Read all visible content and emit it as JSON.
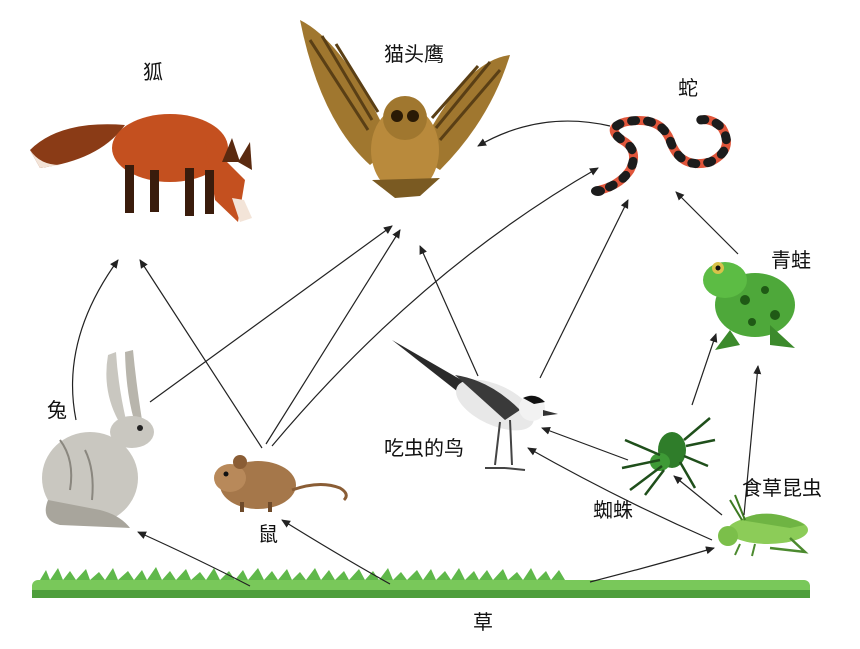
{
  "organisms": {
    "fox": "狐",
    "owl": "猫头鹰",
    "snake": "蛇",
    "frog": "青蛙",
    "rabbit": "兔",
    "mouse": "鼠",
    "insectivorous_bird": "吃虫的鸟",
    "spider": "蜘蛛",
    "herbivorous_insect": "食草昆虫",
    "grass": "草"
  },
  "food_chain_links": [
    [
      "grass",
      "rabbit"
    ],
    [
      "grass",
      "mouse"
    ],
    [
      "grass",
      "herbivorous_insect"
    ],
    [
      "rabbit",
      "fox"
    ],
    [
      "rabbit",
      "owl"
    ],
    [
      "mouse",
      "fox"
    ],
    [
      "mouse",
      "owl"
    ],
    [
      "mouse",
      "snake"
    ],
    [
      "insectivorous_bird",
      "owl"
    ],
    [
      "insectivorous_bird",
      "snake"
    ],
    [
      "spider",
      "insectivorous_bird"
    ],
    [
      "spider",
      "frog"
    ],
    [
      "herbivorous_insect",
      "spider"
    ],
    [
      "herbivorous_insect",
      "insectivorous_bird"
    ],
    [
      "herbivorous_insect",
      "frog"
    ],
    [
      "frog",
      "snake"
    ],
    [
      "snake",
      "owl"
    ]
  ],
  "colors": {
    "arrow": "#222222",
    "grass": "#5fb84a",
    "fox": "#c4501f",
    "owl": "#a0772f",
    "snake": "#e0553a",
    "frog": "#4ea83a",
    "rabbit": "#c9c7c0",
    "mouse": "#a5774a",
    "bird": "#3a3a3a",
    "spider": "#2f7d2a",
    "insect": "#8ccc58"
  }
}
